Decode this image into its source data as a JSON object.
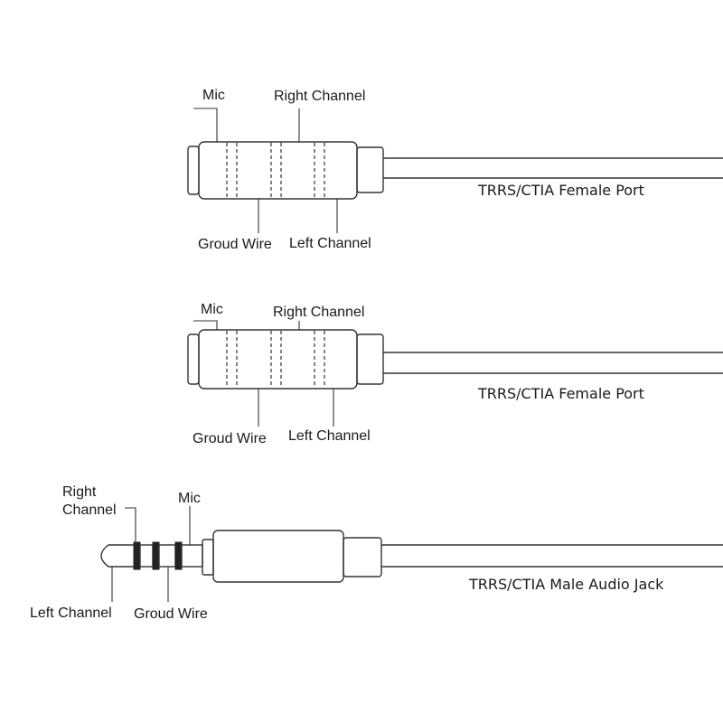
{
  "female_port_1": {
    "mic": "Mic",
    "right_channel": "Right Channel",
    "ground_wire": "Groud Wire",
    "left_channel": "Left Channel",
    "caption": "TRRS/CTIA Female Port"
  },
  "female_port_2": {
    "mic": "Mic",
    "right_channel": "Right Channel",
    "ground_wire": "Groud Wire",
    "left_channel": "Left Channel",
    "caption": "TRRS/CTIA Female Port"
  },
  "male_jack": {
    "right_channel_line1": "Right",
    "right_channel_line2": "Channel",
    "mic": "Mic",
    "left_channel": "Left Channel",
    "ground_wire": "Groud Wire",
    "caption": "TRRS/CTIA  Male Audio Jack"
  },
  "colors": {
    "line": "#333333",
    "text": "#1a1a1a",
    "background": "#ffffff"
  }
}
